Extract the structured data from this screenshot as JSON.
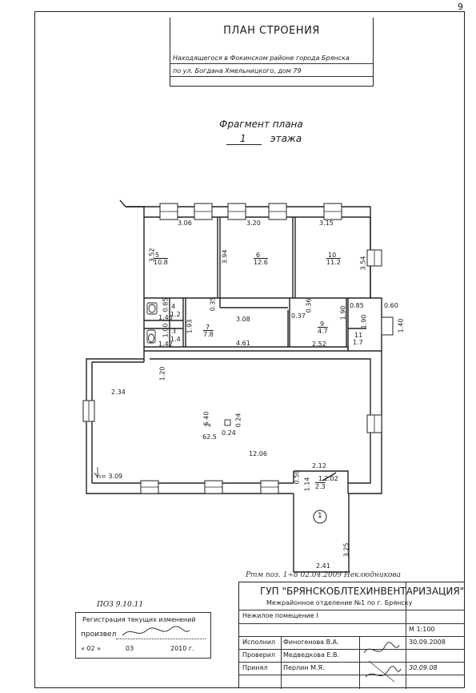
{
  "page_number": "9",
  "title_block": {
    "title": "ПЛАН СТРОЕНИЯ",
    "line1": "Находящегося в Фокинском районе города Брянска",
    "line2": "по ул. Богдана Хмельницкого, дом 79"
  },
  "fragment": {
    "heading": "Фрагмент плана",
    "floor_number": "1",
    "floor_word": "этажа"
  },
  "rooms": [
    {
      "number": "5",
      "area": "10.8"
    },
    {
      "number": "6",
      "area": "12.6"
    },
    {
      "number": "10",
      "area": "11.2"
    },
    {
      "number": "4",
      "area": "1.2"
    },
    {
      "number": "3",
      "area": "1.4"
    },
    {
      "number": "7",
      "area": "7.8"
    },
    {
      "number": "9",
      "area": "4.7"
    },
    {
      "number": "11",
      "area": "1.7"
    },
    {
      "number": "2",
      "area": "62.5"
    },
    {
      "number": "1",
      "area": "2.3"
    }
  ],
  "dimensions": {
    "d306": "3.06",
    "d320": "3.20",
    "d315": "3.15",
    "d352": "3.52",
    "d394": "3.94",
    "d354": "3.54",
    "d085a": "0.85",
    "d146": "1.46",
    "d142": "1.42",
    "d100": "1.00",
    "d035": "0.35",
    "d193": "1.93",
    "d308": "3.08",
    "d461": "4.61",
    "d036": "0.36",
    "d037": "0.37",
    "d190a": "1.90",
    "d085b": "0.85",
    "d190b": "1.90",
    "d060": "0.60",
    "d140": "1.40",
    "d252": "2.52",
    "d120": "1.20",
    "d234": "2.34",
    "d540": "5.40",
    "d024a": "0.24",
    "d024b": "0.24",
    "d1206": "12.06",
    "d212": "2.12",
    "d202": "2.02",
    "d050": "0.50",
    "d114": "1.14",
    "d325": "3.25",
    "d241": "2.41",
    "height": "h= 3.09"
  },
  "entrance_label": "1",
  "annotation": "Ртм поз. 1÷8 02.04.2009 Неклюдникова",
  "stamp": {
    "org": "ГУП \"БРЯНСКОБЛТЕХИНВЕНТАРИЗАЦИЯ\"",
    "dept": "Межрайонное отделение №1 по г. Брянску",
    "object": "Нежилое помещение I",
    "scale": "М 1:100",
    "row1_role": "Исполнил",
    "row1_name": "Финогенова В.А.",
    "row1_date": "30.09.2008",
    "row2_role": "Проверил",
    "row2_name": "Медведкова Е.В.",
    "row3_role": "Принял",
    "row3_name": "Перлин М.Я.",
    "row3_date": "30.09.08"
  },
  "registration": {
    "top_note": "ПОЗ 9.10.11",
    "title": "Регистрация текущих изменений",
    "line1_label": "произвел",
    "line2_prefix": "« 02 »",
    "line2_month": "03",
    "line2_year": "2010 г."
  }
}
